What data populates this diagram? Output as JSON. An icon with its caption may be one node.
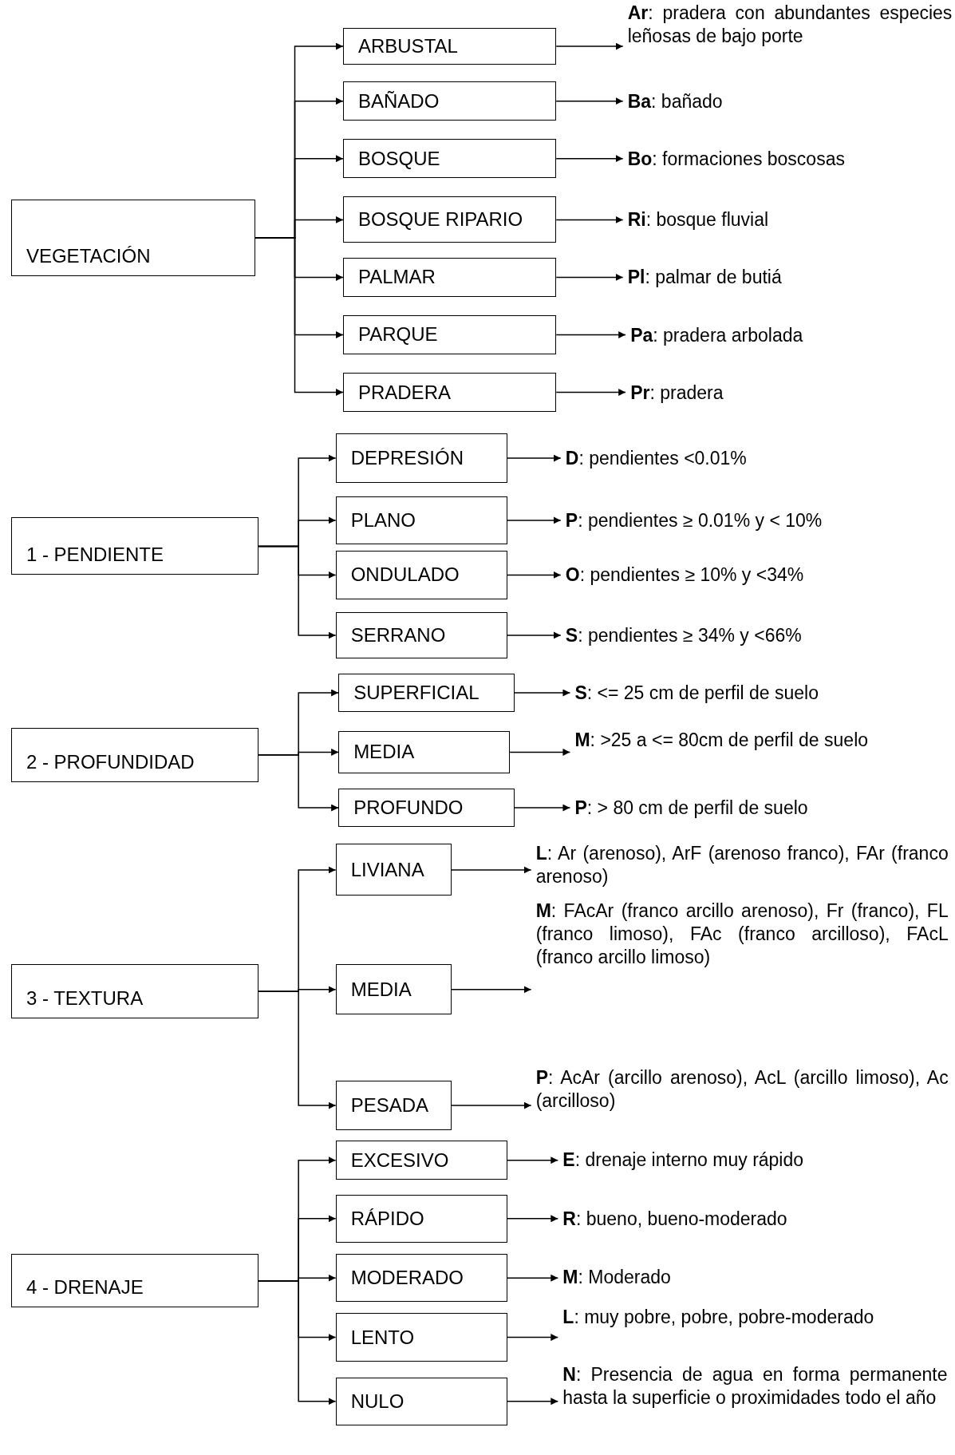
{
  "diagram": {
    "nodes": [
      {
        "text": [
          "VEGETACIÓN"
        ]
      },
      {
        "text": [
          "ARBUSTAL"
        ]
      },
      {
        "text": [
          "BAÑADO"
        ]
      },
      {
        "text": [
          "BOSQUE"
        ]
      },
      {
        "text": [
          "BOSQUE RIPARIO"
        ]
      },
      {
        "text": [
          "PALMAR"
        ]
      },
      {
        "text": [
          "PARQUE"
        ]
      },
      {
        "text": [
          "PRADERA"
        ]
      },
      {
        "text": [
          "**Ar**: pradera con abundantes especies leñosas de bajo porte"
        ]
      },
      {
        "text": [
          "**Ba**: bañado"
        ]
      },
      {
        "text": [
          "**Bo**: formaciones boscosas"
        ]
      },
      {
        "text": [
          "**Ri**: bosque fluvial"
        ]
      },
      {
        "text": [
          "**Pl**: palmar de butiá"
        ]
      },
      {
        "text": [
          "**Pa**: pradera arbolada"
        ]
      },
      {
        "text": [
          "**Pr**: pradera"
        ]
      },
      {
        "text": [
          "1 - PENDIENTE"
        ]
      },
      {
        "text": [
          "DEPRESIÓN"
        ]
      },
      {
        "text": [
          "PLANO"
        ]
      },
      {
        "text": [
          "ONDULADO"
        ]
      },
      {
        "text": [
          "SERRANO"
        ]
      },
      {
        "text": [
          "**D**: pendientes <0.01%"
        ]
      },
      {
        "text": [
          "**P**: pendientes ≥ 0.01% y < 10%"
        ]
      },
      {
        "text": [
          "**O**: pendientes ≥ 10% y <34%"
        ]
      },
      {
        "text": [
          "**S**: pendientes ≥ 34% y <66%"
        ]
      },
      {
        "text": [
          "2 - PROFUNDIDAD"
        ]
      },
      {
        "text": [
          "SUPERFICIAL"
        ]
      },
      {
        "text": [
          "MEDIA"
        ]
      },
      {
        "text": [
          "PROFUNDO"
        ]
      },
      {
        "text": [
          "**S**: <= 25 cm de perfil de suelo"
        ]
      },
      {
        "text": [
          "**M**: >25 a <= 80cm de perfil de suelo"
        ]
      },
      {
        "text": [
          "**P**: > 80 cm de perfil de suelo"
        ]
      },
      {
        "text": [
          "3 - TEXTURA"
        ]
      },
      {
        "text": [
          "LIVIANA"
        ]
      },
      {
        "text": [
          "MEDIA"
        ]
      },
      {
        "text": [
          "PESADA"
        ]
      },
      {
        "text": [
          "**L**: Ar (arenoso), ArF (arenoso franco), FAr (franco arenoso)"
        ]
      },
      {
        "text": [
          "**M**: FAcAr (franco arcillo arenoso), Fr (franco), FL (franco limoso), FAc (franco arcilloso), FAcL (franco arcillo limoso)"
        ]
      },
      {
        "text": [
          "**P**: AcAr (arcillo arenoso), AcL (arcillo limoso), Ac (arcilloso)"
        ]
      },
      {
        "text": [
          "4 - DRENAJE"
        ]
      },
      {
        "text": [
          "EXCESIVO"
        ]
      },
      {
        "text": [
          "RÁPIDO"
        ]
      },
      {
        "text": [
          "MODERADO"
        ]
      },
      {
        "text": [
          "LENTO"
        ]
      },
      {
        "text": [
          "NULO"
        ]
      },
      {
        "text": [
          "**E**: drenaje interno muy rápido"
        ]
      },
      {
        "text": [
          "**R**: bueno, bueno-moderado"
        ]
      },
      {
        "text": [
          "**M**: Moderado"
        ]
      },
      {
        "text": [
          "**L**: muy pobre, pobre, pobre-moderado"
        ]
      },
      {
        "text": [
          "**N**: Presencia de agua en forma permanente hasta la superficie o proximidades todo el año"
        ]
      }
    ],
    "edges": [
      {
        "from": 0,
        "to": 1,
        "arrow": "to"
      },
      {
        "from": 0,
        "to": 2,
        "arrow": "to"
      },
      {
        "from": 0,
        "to": 3,
        "arrow": "to"
      },
      {
        "from": 0,
        "to": 4,
        "arrow": "to"
      },
      {
        "from": 0,
        "to": 5,
        "arrow": "to"
      },
      {
        "from": 0,
        "to": 6,
        "arrow": "to"
      },
      {
        "from": 0,
        "to": 7,
        "arrow": "to"
      },
      {
        "from": 1,
        "to": 8,
        "arrow": "to"
      },
      {
        "from": 2,
        "to": 9,
        "arrow": "to"
      },
      {
        "from": 3,
        "to": 10,
        "arrow": "to"
      },
      {
        "from": 4,
        "to": 11,
        "arrow": "to"
      },
      {
        "from": 5,
        "to": 12,
        "arrow": "to"
      },
      {
        "from": 6,
        "to": 13,
        "arrow": "to"
      },
      {
        "from": 7,
        "to": 14,
        "arrow": "to"
      },
      {
        "from": 15,
        "to": 16,
        "arrow": "to"
      },
      {
        "from": 15,
        "to": 17,
        "arrow": "to"
      },
      {
        "from": 15,
        "to": 18,
        "arrow": "to"
      },
      {
        "from": 15,
        "to": 19,
        "arrow": "to"
      },
      {
        "from": 16,
        "to": 20,
        "arrow": "to"
      },
      {
        "from": 17,
        "to": 21,
        "arrow": "to"
      },
      {
        "from": 18,
        "to": 22,
        "arrow": "to"
      },
      {
        "from": 19,
        "to": 23,
        "arrow": "to"
      },
      {
        "from": 24,
        "to": 25,
        "arrow": "to"
      },
      {
        "from": 24,
        "to": 26,
        "arrow": "to"
      },
      {
        "from": 24,
        "to": 27,
        "arrow": "to"
      },
      {
        "from": 25,
        "to": 28,
        "arrow": "to"
      },
      {
        "from": 26,
        "to": 29,
        "arrow": "to"
      },
      {
        "from": 27,
        "to": 30,
        "arrow": "to"
      },
      {
        "from": 31,
        "to": 32,
        "arrow": "to"
      },
      {
        "from": 31,
        "to": 33,
        "arrow": "to"
      },
      {
        "from": 31,
        "to": 34,
        "arrow": "to"
      },
      {
        "from": 32,
        "to": 35,
        "arrow": "to"
      },
      {
        "from": 33,
        "to": 36,
        "arrow": "to"
      },
      {
        "from": 34,
        "to": 37,
        "arrow": "to"
      },
      {
        "from": 38,
        "to": 39,
        "arrow": "to"
      },
      {
        "from": 38,
        "to": 40,
        "arrow": "to"
      },
      {
        "from": 38,
        "to": 41,
        "arrow": "to"
      },
      {
        "from": 38,
        "to": 42,
        "arrow": "to"
      },
      {
        "from": 38,
        "to": 43,
        "arrow": "to"
      },
      {
        "from": 39,
        "to": 44,
        "arrow": "to"
      },
      {
        "from": 40,
        "to": 45,
        "arrow": "to"
      },
      {
        "from": 41,
        "to": 46,
        "arrow": "to"
      },
      {
        "from": 42,
        "to": 47,
        "arrow": "to"
      },
      {
        "from": 43,
        "to": 48,
        "arrow": "to"
      }
    ]
  }
}
